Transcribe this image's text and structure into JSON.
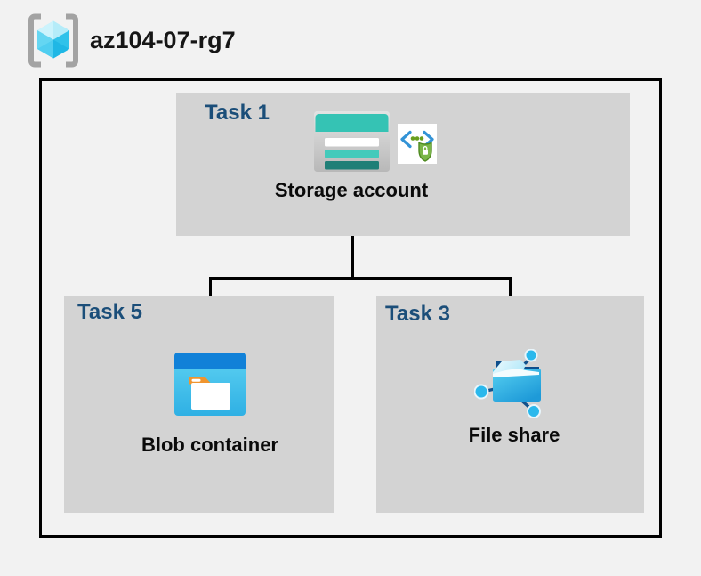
{
  "resource_group": {
    "name": "az104-07-rg7",
    "icon": "resource-group-icon"
  },
  "tasks": [
    {
      "label": "Task 1",
      "node": {
        "label": "Storage account",
        "icons": [
          "storage-account-icon",
          "sas-security-icon"
        ]
      }
    },
    {
      "label": "Task 5",
      "node": {
        "label": "Blob container",
        "icons": [
          "blob-container-icon"
        ]
      }
    },
    {
      "label": "Task 3",
      "node": {
        "label": "File share",
        "icons": [
          "file-share-icon"
        ]
      }
    }
  ],
  "connections": [
    {
      "from": "Storage account",
      "to": "Blob container"
    },
    {
      "from": "Storage account",
      "to": "File share"
    }
  ],
  "colors": {
    "background": "#f2f2f2",
    "box_fill": "#d3d3d3",
    "task_label": "#1b4e79",
    "frame_border": "#000000",
    "storage_teal": "#35c3b4",
    "storage_teal_dark": "#1f7f77",
    "blob_header_blue": "#1181d8",
    "cyan_accent": "#2ab8ec",
    "shield_green": "#7ab648",
    "bracket_blue": "#3393d6",
    "rg_bracket_gray": "#a3a3a3"
  }
}
